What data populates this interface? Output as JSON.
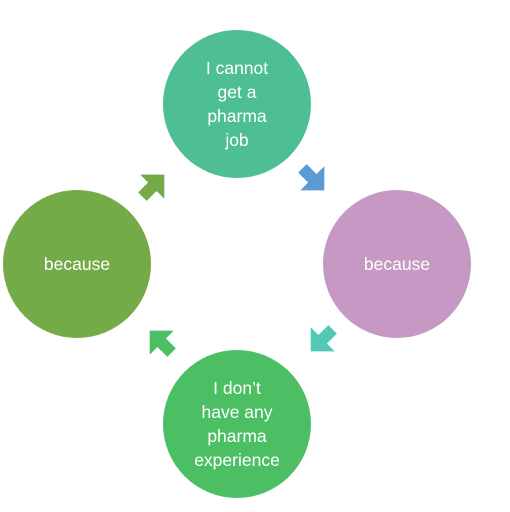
{
  "diagram": {
    "type": "cycle",
    "nodes": [
      {
        "id": "top",
        "label": "I cannot\nget a\npharma\njob",
        "color": "#4dbf93"
      },
      {
        "id": "right",
        "label": "because",
        "color": "#c599c4"
      },
      {
        "id": "bottom",
        "label": "I don’t\nhave any\npharma\nexperience",
        "color": "#4cbf64"
      },
      {
        "id": "left",
        "label": "because",
        "color": "#74ab48"
      }
    ],
    "arrows": [
      {
        "from": "top",
        "to": "right",
        "direction": "down-right",
        "color": "#5b9bd5"
      },
      {
        "from": "right",
        "to": "bottom",
        "direction": "down-left",
        "color": "#53c9b5"
      },
      {
        "from": "bottom",
        "to": "left",
        "direction": "up-left",
        "color": "#4cbf64"
      },
      {
        "from": "left",
        "to": "top",
        "direction": "up-right",
        "color": "#74ab48"
      }
    ]
  }
}
